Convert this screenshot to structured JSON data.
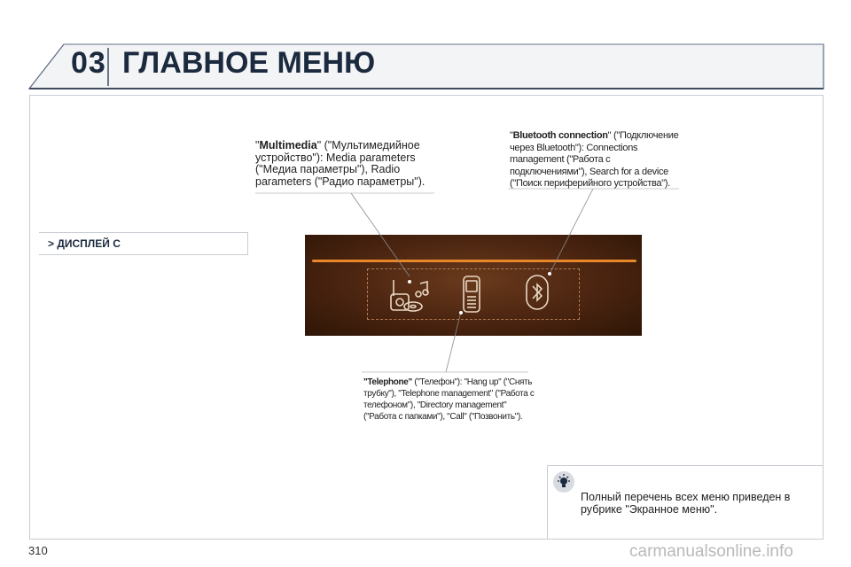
{
  "header": {
    "chapter_number": "03",
    "chapter_title": "ГЛАВНОЕ МЕНЮ"
  },
  "display_tab": {
    "label": "> ДИСПЛЕЙ C"
  },
  "callouts": {
    "multimedia": {
      "open_quote": "\"",
      "bold": "Multimedia",
      "text": "\" (\"Мультимедийное устройство\"): Media parameters (\"Медиа параметры\"), Radio parameters (\"Радио параметры\")."
    },
    "bluetooth": {
      "open_quote": "\"",
      "bold": "Bluetooth connection",
      "text": "\" (\"Подключение через Bluetooth\"): Connections management (\"Работа с подключениями\"), Search for a device (\"Поиск периферийного устройства\")."
    },
    "telephone": {
      "bold": "\"Telephone\"",
      "text": " (\"Телефон\"): \"Hang up\" (\"Снять трубку\"), \"Telephone management\" (\"Работа с телефоном\"), \"Directory management\" (\"Работа с папками\"), \"Call\" (\"Позвонить\")."
    }
  },
  "screen": {
    "icons": [
      "multimedia-icon",
      "mobile-phone-icon",
      "bluetooth-icon"
    ],
    "accent_color": "#e8872a",
    "background_color": "#4a2410"
  },
  "note": {
    "icon": "lightbulb-icon",
    "text": "Полный перечень всех меню приведен в рубрике \"Экранное меню\"."
  },
  "footer": {
    "page_number": "310",
    "watermark": "carmanualsonline.info"
  }
}
